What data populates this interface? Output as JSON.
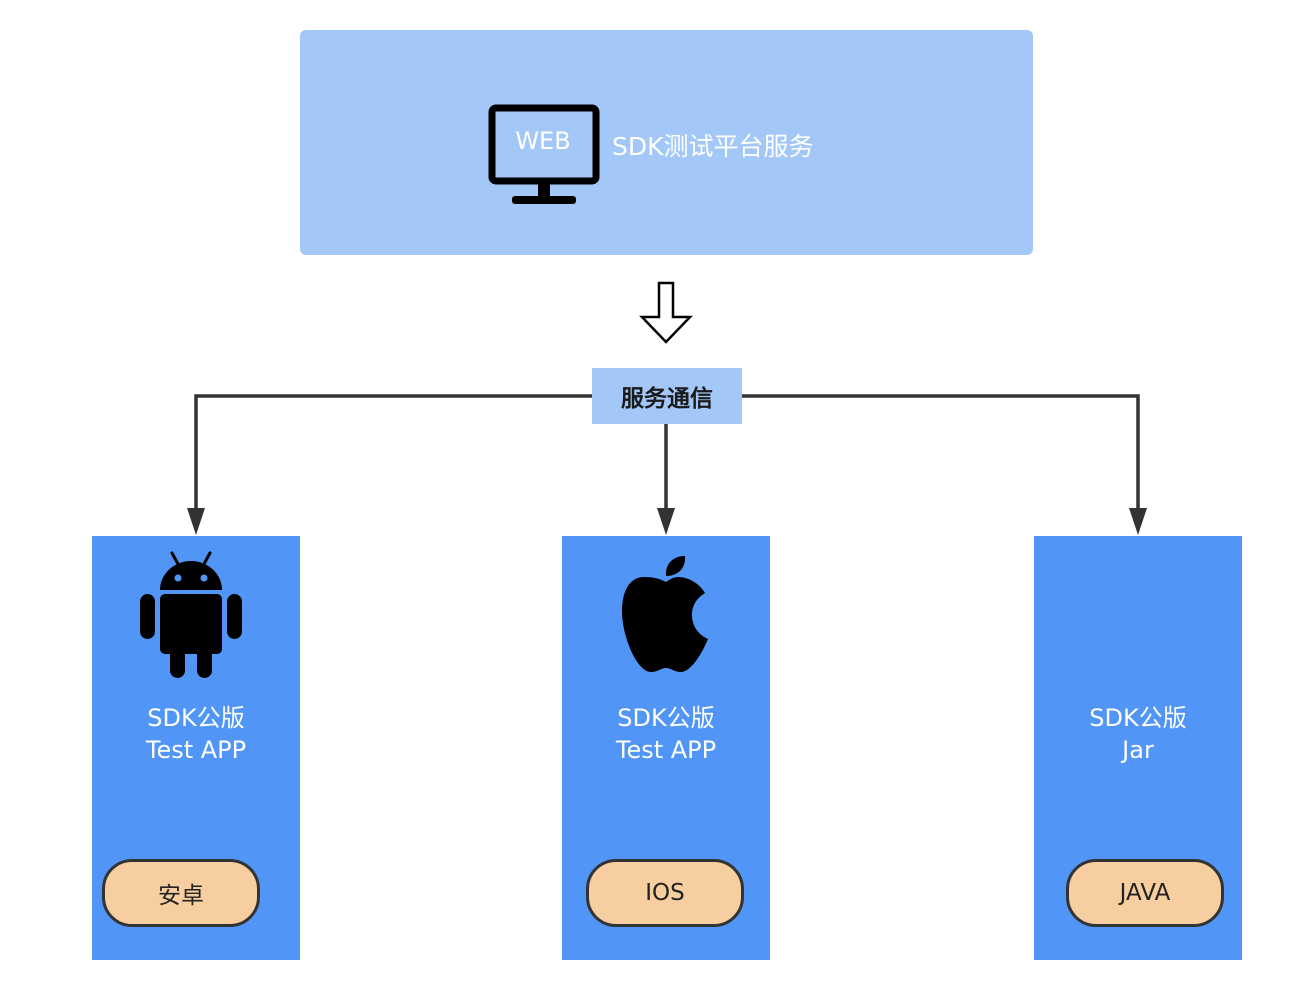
{
  "top": {
    "monitor_label": "WEB",
    "title": "SDK测试平台服务",
    "icon": "monitor-icon"
  },
  "hub": {
    "label": "服务通信"
  },
  "platforms": [
    {
      "icon": "android-icon",
      "line1": "SDK公版",
      "line2": "Test APP",
      "tag": "安卓"
    },
    {
      "icon": "apple-icon",
      "line1": "SDK公版",
      "line2": "Test APP",
      "tag": "IOS"
    },
    {
      "icon": "",
      "line1": "SDK公版",
      "line2": "Jar",
      "tag": "JAVA"
    }
  ],
  "colors": {
    "top_box": "#a3c8f7",
    "card": "#5196f6",
    "pill": "#f7ce9f",
    "connector": "#333333"
  }
}
